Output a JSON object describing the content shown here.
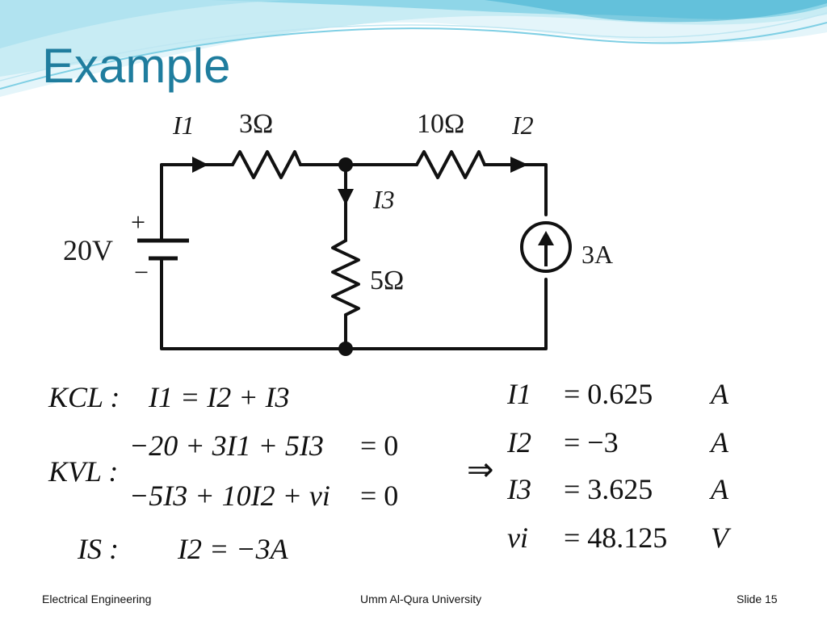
{
  "title": "Example",
  "circuit": {
    "labels": {
      "i1": "I1",
      "i2": "I2",
      "i3": "I3",
      "r1": "3Ω",
      "r2": "10Ω",
      "r3": "5Ω",
      "vs": "20V",
      "plus": "+",
      "minus": "−",
      "is": "3A"
    }
  },
  "equations": {
    "kcl": {
      "label": "KCL :",
      "eq": "I1 = I2 + I3"
    },
    "kvl": {
      "label": "KVL :",
      "eq1": "−20 + 3I1 + 5I3",
      "rhs1": "= 0",
      "eq2": "−5I3 + 10I2 + vi",
      "rhs2": "= 0"
    },
    "is": {
      "label": "IS :",
      "eq": "I2 = −3A"
    },
    "implies": "⇒"
  },
  "results": [
    {
      "var": "I1",
      "value": "= 0.625",
      "unit": "A"
    },
    {
      "var": "I2",
      "value": "= −3",
      "unit": "A"
    },
    {
      "var": "I3",
      "value": "= 3.625",
      "unit": "A"
    },
    {
      "var": "vi",
      "value": "= 48.125",
      "unit": "V"
    }
  ],
  "footer": {
    "left": "Electrical Engineering",
    "center": "Umm Al-Qura University",
    "right": "Slide 15"
  },
  "colors": {
    "title": "#1f7d9e",
    "wave_light": "#c8ecf4",
    "wave_mid": "#8fd6e8",
    "wave_dark": "#3fb0d0"
  }
}
